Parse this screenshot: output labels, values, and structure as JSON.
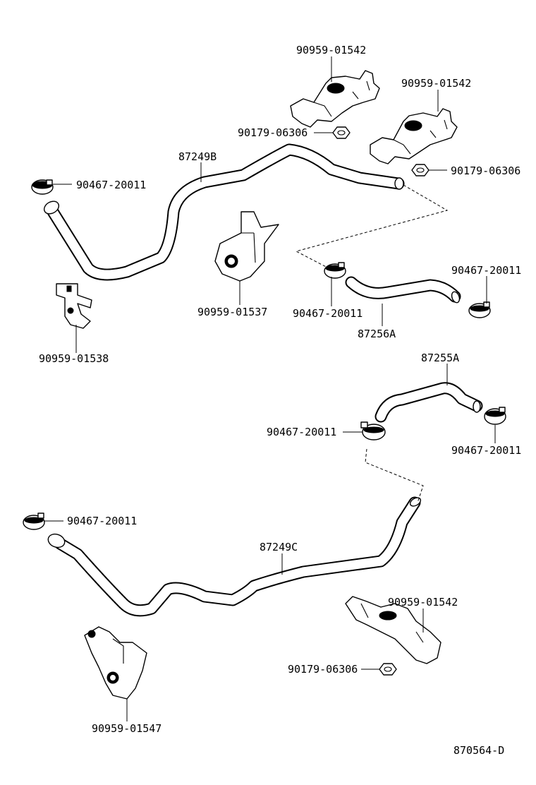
{
  "labels": {
    "top_bracket_1": "90959-01542",
    "top_bracket_2": "90959-01542",
    "nut_1": "90179-06306",
    "nut_2": "90179-06306",
    "hose_87249b": "87249B",
    "clamp_top_left": "90467-20011",
    "bracket_01537": "90959-01537",
    "clamp_mid_right": "90467-20011",
    "clamp_mid_center": "90467-20011",
    "hose_87256a": "87256A",
    "bracket_01538": "90959-01538",
    "hose_87255a": "87255A",
    "clamp_lower_center": "90467-20011",
    "clamp_lower_right": "90467-20011",
    "clamp_lower_left": "90467-20011",
    "hose_87249c": "87249C",
    "bottom_bracket": "90959-01542",
    "nut_3": "90179-06306",
    "bracket_01547": "90959-01547",
    "diagram_code": "870564-D"
  }
}
